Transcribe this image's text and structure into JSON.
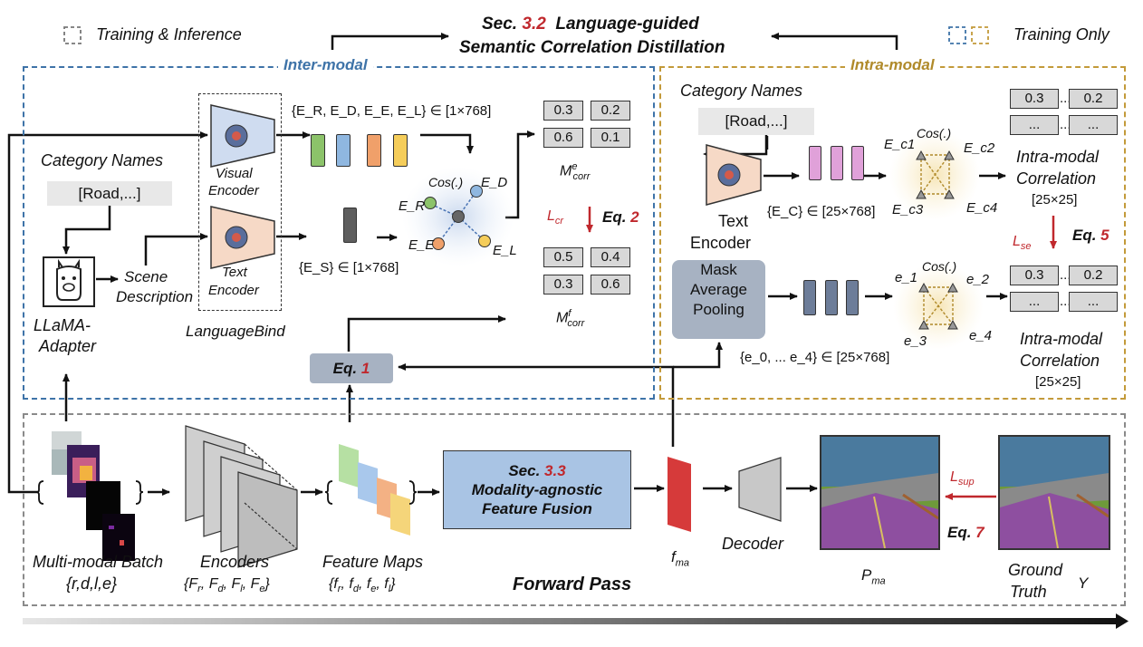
{
  "header": {
    "legend_train_infer": "Training & Inference",
    "legend_train_only": "Training Only",
    "sec32_prefix": "Sec. ",
    "sec32_num": "3.2",
    "sec32_title": "Language-guided",
    "sec32_subtitle": "Semantic Correlation Distillation"
  },
  "inter_modal": {
    "label": "Inter-modal",
    "category_names": "Category Names",
    "category_value": "[Road,...]",
    "llama": "LLaMA-",
    "adapter": "Adapter",
    "scene": "Scene",
    "description": "Description",
    "visual": "Visual",
    "encoder": "Encoder",
    "text": "Text",
    "languagebind": "LanguageBind",
    "e_set": "{E_R, E_D, E_E, E_L} ∈ [1×768]",
    "es_set": "{E_S} ∈ [1×768]",
    "cos": "Cos(.)",
    "er": "E_R",
    "ed": "E_D",
    "ee": "E_E",
    "el": "E_L",
    "m_e": "M^e_corr",
    "m_f": "M^f_corr",
    "lcr": "L_cr",
    "eq2": "Eq. 2",
    "eq1": "Eq. 1",
    "matrix_e": [
      [
        "0.3",
        "0.2"
      ],
      [
        "0.6",
        "0.1"
      ]
    ],
    "matrix_f": [
      [
        "0.5",
        "0.4"
      ],
      [
        "0.3",
        "0.6"
      ]
    ],
    "bar_colors": [
      "#8cc36a",
      "#8fb7e0",
      "#f0a06a",
      "#f5cd5a"
    ]
  },
  "intra_modal": {
    "label": "Intra-modal",
    "category_names": "Category Names",
    "category_value": "[Road,...]",
    "text": "Text",
    "encoder": "Encoder",
    "ec_set": "{E_C} ∈ [25×768]",
    "e_set": "{e_0, ... e_4} ∈ [25×768]",
    "cos1": "Cos(.)",
    "cos2": "Cos(.)",
    "ec1": "E_c1",
    "ec2": "E_c2",
    "ec3": "E_c3",
    "ec4": "E_c4",
    "e1": "e_1",
    "e2": "e_2",
    "e3": "e_3",
    "e4": "e_4",
    "corr_title1": "Intra-modal",
    "corr_title2": "Correlation",
    "corr_size": "[25×25]",
    "lse": "L_se",
    "eq5": "Eq. 5",
    "mask": [
      "Mask",
      "Average",
      "Pooling"
    ],
    "matrix_top": [
      [
        "0.3",
        "...",
        "0.2"
      ],
      [
        "...",
        "...",
        "..."
      ]
    ],
    "matrix_bot": [
      [
        "0.3",
        "...",
        "0.2"
      ],
      [
        "...",
        "...",
        "..."
      ]
    ]
  },
  "forward": {
    "title": "Forward Pass",
    "batch": "Multi-modal Batch",
    "batch_set": "{r,d,l,e}",
    "encoders": "Encoders",
    "encoders_set": "{F_r, F_d, F_l, F_e}",
    "feature_maps": "Feature Maps",
    "feature_set": "{f_r, f_d, f_e, f_l}",
    "sec33_prefix": "Sec. ",
    "sec33_num": "3.3",
    "sec33_line1": "Modality-agnostic",
    "sec33_line2": "Feature Fusion",
    "fma": "f_ma",
    "decoder": "Decoder",
    "pma": "P_ma",
    "lsup": "L_sup",
    "eq7": "Eq. 7",
    "gt1": "Ground",
    "gt2": "Truth",
    "y": "Y"
  }
}
